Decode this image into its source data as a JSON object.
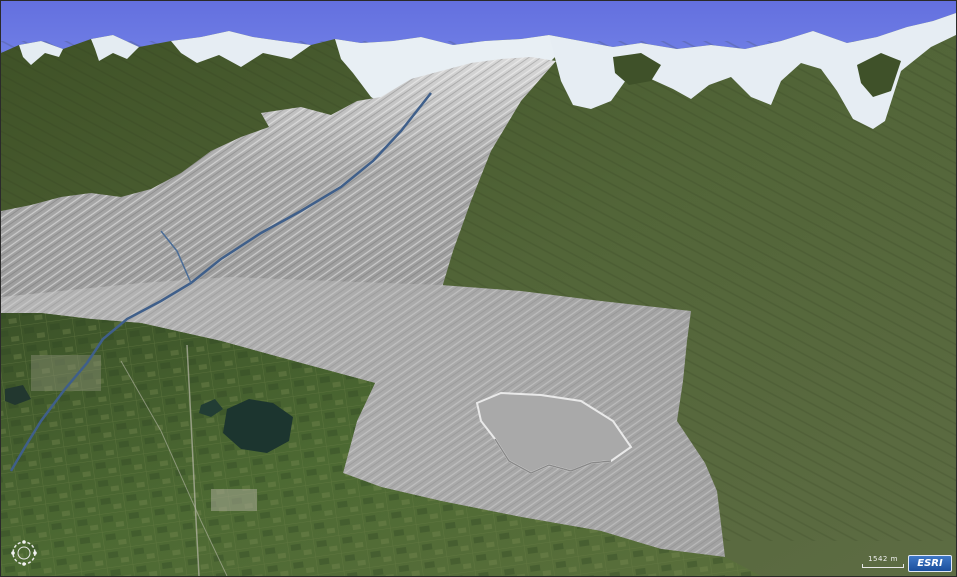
{
  "viewer": {
    "scale_label": "1542 m",
    "logo_text": "ESRI",
    "colors": {
      "sky": "#6b78e0",
      "snow": "#dfe8ef",
      "forest": "#47582e",
      "shaded_relief_overlay": "#9a9a9a",
      "valley_farmland": "#4b6631",
      "lake": "#1e3a34"
    },
    "icons": [
      "navigation-ring-icon",
      "scale-bar",
      "esri-logo"
    ]
  }
}
